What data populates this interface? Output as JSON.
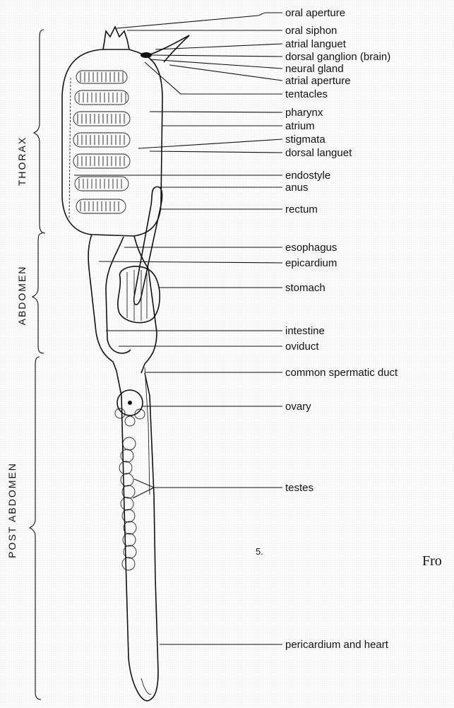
{
  "figure_number": "5.",
  "cut_text": "Fro",
  "regions": [
    "THORAX",
    "ABDOMEN",
    "POST ABDOMEN"
  ],
  "labels": [
    "oral aperture",
    "oral siphon",
    "atrial languet",
    "dorsal ganglion (brain)",
    "neural gland",
    "atrial aperture",
    "tentacles",
    "pharynx",
    "atrium",
    "stigmata",
    "dorsal languet",
    "endostyle",
    "anus",
    "rectum",
    "esophagus",
    "epicardium",
    "stomach",
    "intestine",
    "oviduct",
    "common spermatic duct",
    "ovary",
    "testes",
    "pericardium and heart"
  ]
}
